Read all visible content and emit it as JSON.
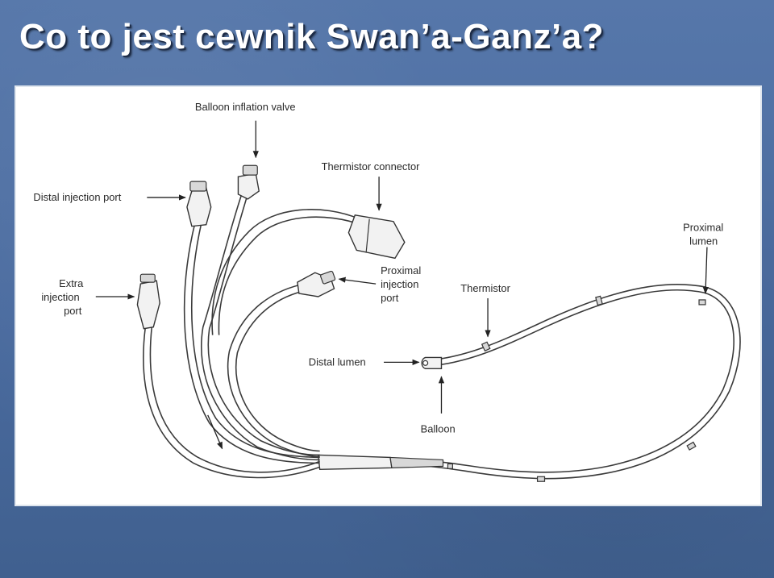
{
  "slide": {
    "title": "Co to jest cewnik Swan’a-Ganz’a?"
  },
  "diagram": {
    "labels": {
      "balloon_inflation_valve": "Balloon inflation valve",
      "thermistor_connector": "Thermistor connector",
      "distal_injection_port": "Distal injection port",
      "extra_injection_port": [
        "Extra",
        "injection",
        "port"
      ],
      "proximal_injection_port": [
        "Proximal",
        "injection",
        "port"
      ],
      "thermistor": "Thermistor",
      "proximal_lumen": [
        "Proximal",
        "lumen"
      ],
      "distal_lumen": "Distal lumen",
      "balloon": "Balloon"
    }
  },
  "colors": {
    "background": "#4d6fa3",
    "title": "#ffffff",
    "panel": "#ffffff"
  }
}
